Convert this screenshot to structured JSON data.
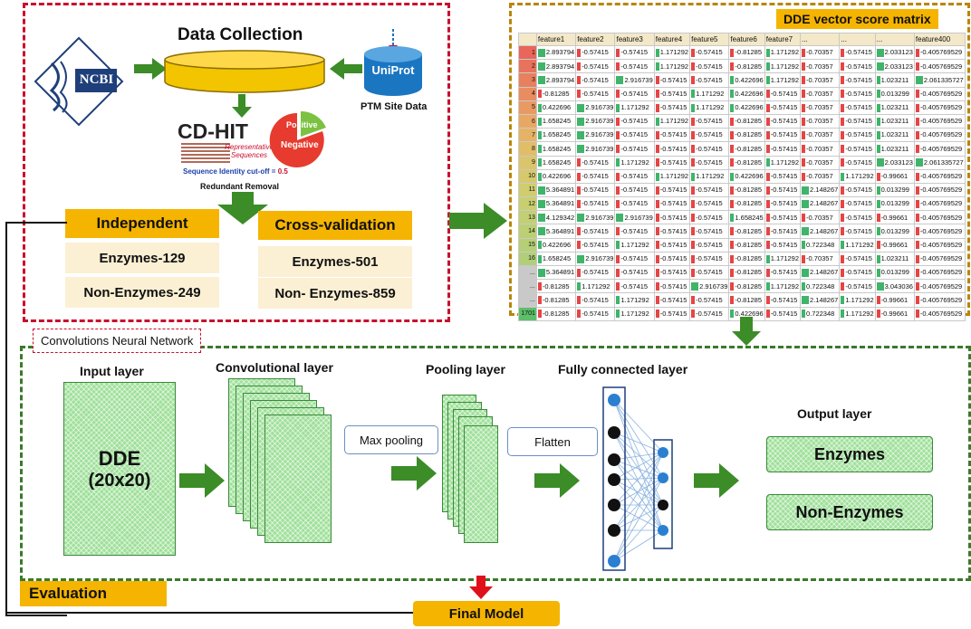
{
  "data_collection": {
    "title": "Data Collection",
    "ncbi_logo": "NCBI",
    "uniprot_logo": "UniProt",
    "ptm_label": "PTM Site Data",
    "cdhit_logo": "CD-HIT",
    "cdhit_repr": "Representative Sequences",
    "pie_positive": "Positive",
    "pie_negative": "Negative",
    "identity_label": "Sequence Identity cut-off = ",
    "identity_value": "0.5",
    "redundant_label": "Redundant Removal",
    "independent": {
      "title": "Independent",
      "enzymes": "Enzymes-129",
      "non_enzymes": "Non-Enzymes-249"
    },
    "cross_validation": {
      "title": "Cross-validation",
      "enzymes": "Enzymes-501",
      "non_enzymes": "Non- Enzymes-859"
    }
  },
  "matrix": {
    "title": "DDE vector score matrix",
    "headers": [
      "feature1",
      "feature2",
      "feature3",
      "feature4",
      "feature5",
      "feature6",
      "feature7",
      "...",
      "...",
      "...",
      "feature400"
    ],
    "row_labels": [
      "1",
      "2",
      "3",
      "4",
      "5",
      "6",
      "7",
      "8",
      "9",
      "10",
      "11",
      "12",
      "13",
      "14",
      "15",
      "16",
      "...",
      "...",
      "...",
      "1701"
    ],
    "rows": [
      [
        "2.893794",
        "-0.57415",
        "-0.57415",
        "1.171292",
        "-0.57415",
        "-0.81285",
        "1.171292",
        "-0.70357",
        "-0.57415",
        "2.033123",
        "-0.405769529"
      ],
      [
        "2.893794",
        "-0.57415",
        "-0.57415",
        "1.171292",
        "-0.57415",
        "-0.81285",
        "1.171292",
        "-0.70357",
        "-0.57415",
        "2.033123",
        "-0.405769529"
      ],
      [
        "2.893794",
        "-0.57415",
        "2.916739",
        "-0.57415",
        "-0.57415",
        "0.422696",
        "1.171292",
        "-0.70357",
        "-0.57415",
        "1.023211",
        "2.061335727"
      ],
      [
        "-0.81285",
        "-0.57415",
        "-0.57415",
        "-0.57415",
        "1.171292",
        "0.422696",
        "-0.57415",
        "-0.70357",
        "-0.57415",
        "0.013299",
        "-0.405769529"
      ],
      [
        "0.422696",
        "2.916739",
        "1.171292",
        "-0.57415",
        "1.171292",
        "0.422696",
        "-0.57415",
        "-0.70357",
        "-0.57415",
        "1.023211",
        "-0.405769529"
      ],
      [
        "1.658245",
        "2.916739",
        "-0.57415",
        "1.171292",
        "-0.57415",
        "-0.81285",
        "-0.57415",
        "-0.70357",
        "-0.57415",
        "1.023211",
        "-0.405769529"
      ],
      [
        "1.658245",
        "2.916739",
        "-0.57415",
        "-0.57415",
        "-0.57415",
        "-0.81285",
        "-0.57415",
        "-0.70357",
        "-0.57415",
        "1.023211",
        "-0.405769529"
      ],
      [
        "1.658245",
        "2.916739",
        "-0.57415",
        "-0.57415",
        "-0.57415",
        "-0.81285",
        "-0.57415",
        "-0.70357",
        "-0.57415",
        "1.023211",
        "-0.405769529"
      ],
      [
        "1.658245",
        "-0.57415",
        "1.171292",
        "-0.57415",
        "-0.57415",
        "-0.81285",
        "1.171292",
        "-0.70357",
        "-0.57415",
        "2.033123",
        "2.061335727"
      ],
      [
        "0.422696",
        "-0.57415",
        "-0.57415",
        "1.171292",
        "1.171292",
        "0.422696",
        "-0.57415",
        "-0.70357",
        "1.171292",
        "-0.99661",
        "-0.405769529"
      ],
      [
        "5.364891",
        "-0.57415",
        "-0.57415",
        "-0.57415",
        "-0.57415",
        "-0.81285",
        "-0.57415",
        "2.148267",
        "-0.57415",
        "0.013299",
        "-0.405769529"
      ],
      [
        "5.364891",
        "-0.57415",
        "-0.57415",
        "-0.57415",
        "-0.57415",
        "-0.81285",
        "-0.57415",
        "2.148267",
        "-0.57415",
        "0.013299",
        "-0.405769529"
      ],
      [
        "4.129342",
        "2.916739",
        "2.916739",
        "-0.57415",
        "-0.57415",
        "1.658245",
        "-0.57415",
        "-0.70357",
        "-0.57415",
        "-0.99661",
        "-0.405769529"
      ],
      [
        "5.364891",
        "-0.57415",
        "-0.57415",
        "-0.57415",
        "-0.57415",
        "-0.81285",
        "-0.57415",
        "2.148267",
        "-0.57415",
        "0.013299",
        "-0.405769529"
      ],
      [
        "0.422696",
        "-0.57415",
        "1.171292",
        "-0.57415",
        "-0.57415",
        "-0.81285",
        "-0.57415",
        "0.722348",
        "1.171292",
        "-0.99661",
        "-0.405769529"
      ],
      [
        "1.658245",
        "2.916739",
        "-0.57415",
        "-0.57415",
        "-0.57415",
        "-0.81285",
        "1.171292",
        "-0.70357",
        "-0.57415",
        "1.023211",
        "-0.405769529"
      ],
      [
        "5.364891",
        "-0.57415",
        "-0.57415",
        "-0.57415",
        "-0.57415",
        "-0.81285",
        "-0.57415",
        "2.148267",
        "-0.57415",
        "0.013299",
        "-0.405769529"
      ],
      [
        "-0.81285",
        "1.171292",
        "-0.57415",
        "-0.57415",
        "2.916739",
        "-0.81285",
        "1.171292",
        "0.722348",
        "-0.57415",
        "3.043036",
        "-0.405769529"
      ],
      [
        "-0.81285",
        "-0.57415",
        "1.171292",
        "-0.57415",
        "-0.57415",
        "-0.81285",
        "-0.57415",
        "2.148267",
        "1.171292",
        "-0.99661",
        "-0.405769529"
      ],
      [
        "-0.81285",
        "-0.57415",
        "1.171292",
        "-0.57415",
        "-0.57415",
        "0.422696",
        "-0.57415",
        "0.722348",
        "1.171292",
        "-0.99661",
        "-0.405769529"
      ]
    ]
  },
  "cnn": {
    "label": "Convolutions Neural Network",
    "input_layer": "Input layer",
    "dde_line1": "DDE",
    "dde_line2": "(20x20)",
    "conv_layer": "Convolutional layer",
    "max_pooling": "Max pooling",
    "pooling_layer": "Pooling layer",
    "flatten": "Flatten",
    "fc_layer": "Fully connected layer",
    "output_layer": "Output layer",
    "out_enzymes": "Enzymes",
    "out_non_enzymes": "Non-Enzymes"
  },
  "evaluation": "Evaluation",
  "final_model": "Final Model",
  "colors": {
    "red_dash": "#c8102e",
    "gold_dash": "#b8860b",
    "green_dash": "#3a7a2a",
    "arrow_green": "#3c8c28",
    "orange": "#f5b400"
  }
}
